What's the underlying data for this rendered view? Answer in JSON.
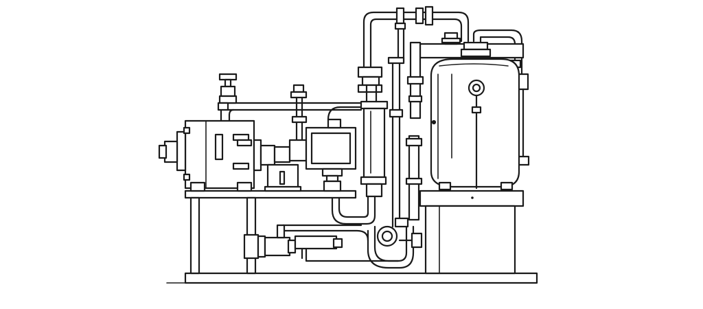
{
  "diagram": {
    "line_color": "#1a1a1a",
    "background": "#ffffff",
    "components": [
      {
        "id": "base-plate",
        "icon": "base-plate-icon"
      },
      {
        "id": "pump-skid-table",
        "icon": "table-icon"
      },
      {
        "id": "motor",
        "icon": "motor-icon"
      },
      {
        "id": "gate-valve",
        "icon": "valve-handwheel-icon"
      },
      {
        "id": "control-box",
        "icon": "control-box-icon"
      },
      {
        "id": "vertical-filter",
        "icon": "filter-column-icon"
      },
      {
        "id": "storage-tank",
        "icon": "tank-icon"
      },
      {
        "id": "pressure-gauge",
        "icon": "gauge-icon"
      },
      {
        "id": "tank-stand",
        "icon": "stand-icon"
      },
      {
        "id": "lower-pump",
        "icon": "pump-icon"
      }
    ]
  }
}
